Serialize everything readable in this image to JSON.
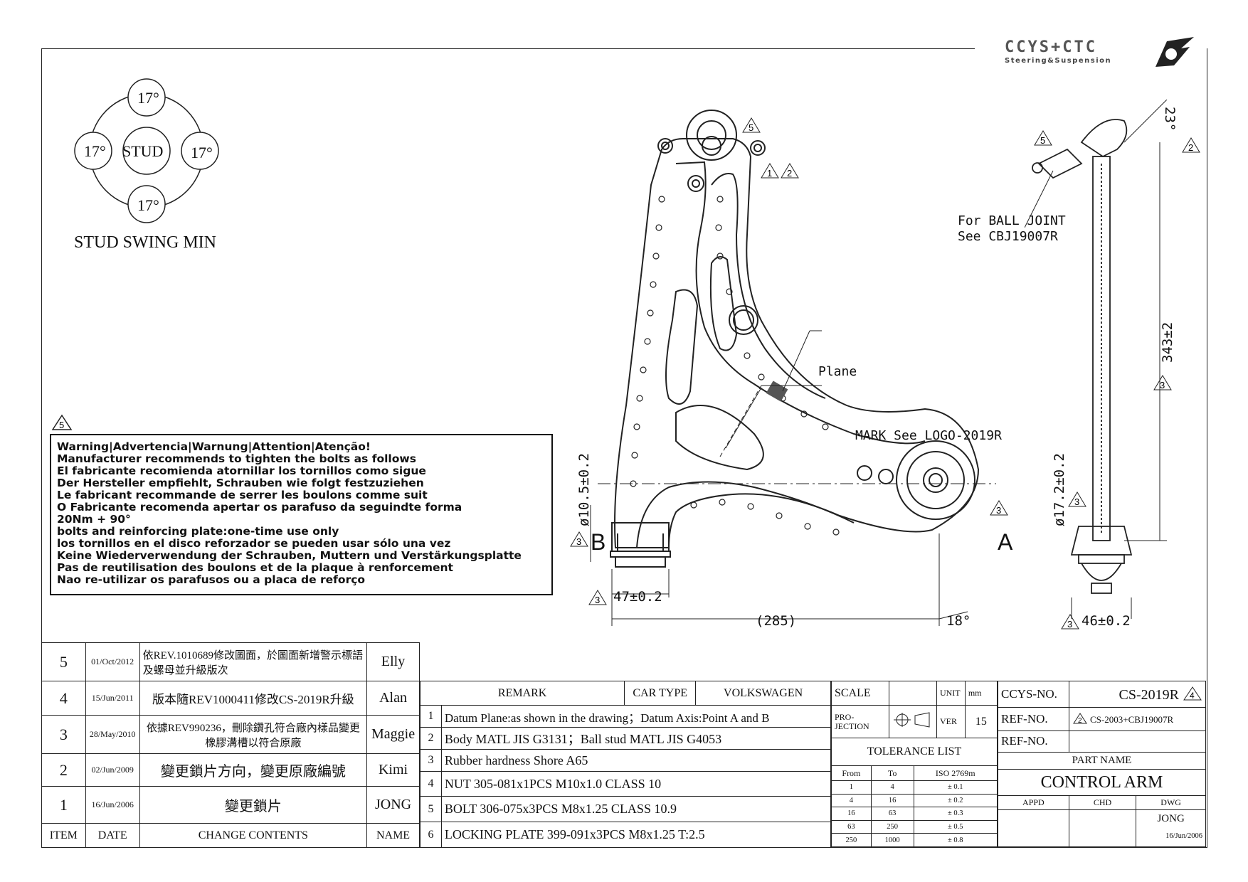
{
  "logo": {
    "brand": "CCYS+CTC",
    "subtitle": "Steering&Suspension"
  },
  "stud_swing": {
    "center_label": "STUD",
    "angles": [
      "17°",
      "17°",
      "17°",
      "17°"
    ],
    "caption": "STUD SWING MIN"
  },
  "warning": {
    "rev_marker": "5",
    "lines": [
      "Warning|Advertencia|Warnung|Attention|Atenção!",
      "Manufacturer recommends to tighten the bolts as follows",
      "El fabricante recomienda atornillar los tornillos como sigue",
      "Der Hersteller empfiehlt, Schrauben wie folgt festzuziehen",
      "Le fabricant recommande de serrer les boulons comme suit",
      "O Fabricante recomenda apertar os parafuso da seguindte forma",
      "20Nm + 90°",
      "bolts and reinforcing plate:one-time use only",
      "los tornillos en el disco reforzador se pueden usar sólo una vez",
      "Keine Wiederverwendung der Schrauben, Muttern und Verstärkungsplatte",
      "Pas de reutilisation des boulons et de la plaque à renforcement",
      "Nao re-utilizar os parafusos ou a placa de reforço"
    ]
  },
  "drawing": {
    "plane_label": "Plane",
    "mark_label": "MARK See LOGO-2019R",
    "ball_joint_line1": "For BALL JOINT",
    "ball_joint_line2": "See CBJ19007R",
    "dim_bushing_dia": "ø10.5±0.2",
    "dim_width": "47±0.2",
    "dim_length": "(285)",
    "dim_angle_a": "18°",
    "dim_angle_b": "23°",
    "dim_height": "343±2",
    "dim_dia_side": "ø17.2±0.2",
    "dim_side_width": "46±0.2",
    "point_a": "A",
    "point_b": "B",
    "rev_markers": [
      "5",
      "1",
      "2",
      "3",
      "2",
      "3",
      "3",
      "3",
      "3",
      "3",
      "5"
    ]
  },
  "revisions": {
    "headers": {
      "item": "ITEM",
      "date": "DATE",
      "change": "CHANGE CONTENTS",
      "name": "NAME"
    },
    "rows": [
      {
        "item": "5",
        "date": "01/Oct/2012",
        "change": "依REV.1010689修改圖面，於圖面新增警示標語及螺母並升級版次",
        "name": "Elly"
      },
      {
        "item": "4",
        "date": "15/Jun/2011",
        "change": "版本隨REV1000411修改CS-2019R升級",
        "name": "Alan"
      },
      {
        "item": "3",
        "date": "28/May/2010",
        "change": "依據REV990236，刪除鑽孔符合廠內樣品變更橡膠溝槽以符合原廠",
        "name": "Maggie"
      },
      {
        "item": "2",
        "date": "02/Jun/2009",
        "change": "變更鎖片方向，變更原廠編號",
        "name": "Kimi"
      },
      {
        "item": "1",
        "date": "16/Jun/2006",
        "change": "變更鎖片",
        "name": "JONG"
      }
    ]
  },
  "remarks": {
    "header_remark": "REMARK",
    "header_car_type": "CAR TYPE",
    "car_type": "VOLKSWAGEN",
    "items": [
      {
        "no": "1",
        "text": "Datum Plane:as shown in the drawing；Datum Axis:Point A and B"
      },
      {
        "no": "2",
        "text": "Body MATL JIS G3131；Ball stud MATL JIS G4053"
      },
      {
        "no": "3",
        "text": "Rubber hardness Shore A65"
      },
      {
        "no": "4",
        "text": "NUT 305-081x1PCS M10x1.0 CLASS 10"
      },
      {
        "no": "5",
        "text": "BOLT 306-075x3PCS M8x1.25 CLASS 10.9"
      },
      {
        "no": "6",
        "text": "LOCKING PLATE 399-091x3PCS M8x1.25 T:2.5"
      }
    ]
  },
  "title_block": {
    "scale_label": "SCALE",
    "unit_label": "UNIT",
    "unit": "mm",
    "projection_label": "PRO-\nJECTION",
    "ver_label": "VER",
    "ver": "15",
    "tolerance_title": "TOLERANCE LIST",
    "tol_headers": [
      "From",
      "To",
      "ISO 2769m"
    ],
    "tolerances": [
      [
        "1",
        "4",
        "± 0.1"
      ],
      [
        "4",
        "16",
        "± 0.2"
      ],
      [
        "16",
        "63",
        "± 0.3"
      ],
      [
        "63",
        "250",
        "± 0.5"
      ],
      [
        "250",
        "1000",
        "± 0.8"
      ]
    ],
    "ccys_no_label": "CCYS-NO.",
    "ccys_no": "CS-2019R",
    "ccys_rev": "4",
    "ref_no_label": "REF-NO.",
    "ref_no": "CS-2003+CBJ19007R",
    "ref_rev": "2",
    "ref_no_label2": "REF-NO.",
    "part_name_label": "PART NAME",
    "part_name": "CONTROL ARM",
    "appd": "APPD",
    "chd": "CHD",
    "dwg": "DWG",
    "drawer": "JONG",
    "draw_date": "16/Jun/2006"
  }
}
